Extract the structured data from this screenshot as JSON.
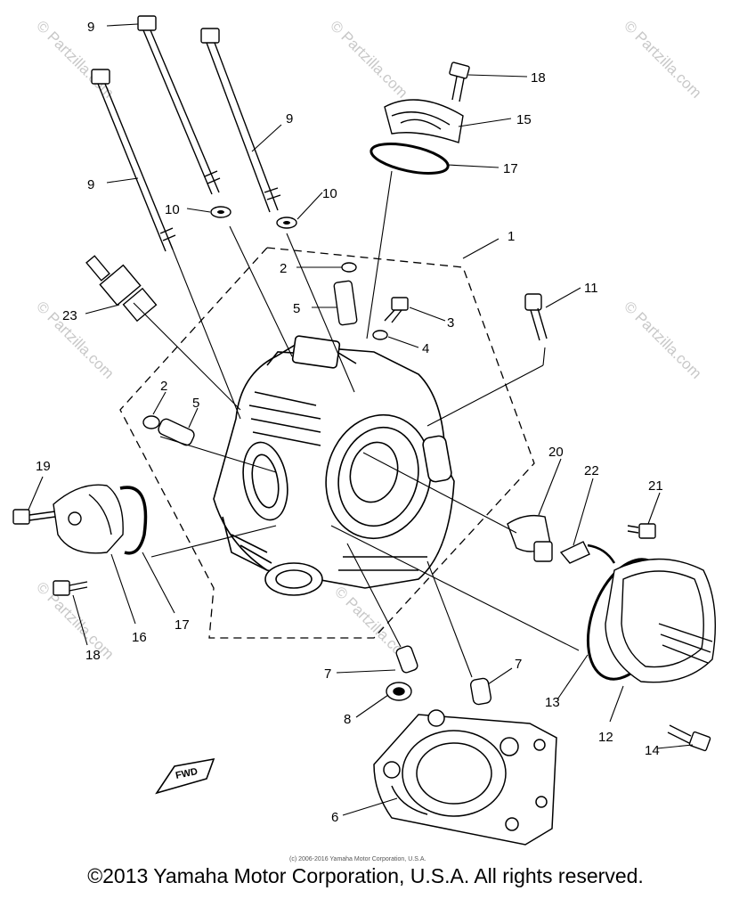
{
  "callouts": [
    {
      "id": "c9a",
      "text": "9"
    },
    {
      "id": "c9b",
      "text": "9"
    },
    {
      "id": "c9c",
      "text": "9"
    },
    {
      "id": "c10a",
      "text": "10"
    },
    {
      "id": "c10b",
      "text": "10"
    },
    {
      "id": "c18a",
      "text": "18"
    },
    {
      "id": "c15",
      "text": "15"
    },
    {
      "id": "c17a",
      "text": "17"
    },
    {
      "id": "c1",
      "text": "1"
    },
    {
      "id": "c2a",
      "text": "2"
    },
    {
      "id": "c5a",
      "text": "5"
    },
    {
      "id": "c3",
      "text": "3"
    },
    {
      "id": "c4",
      "text": "4"
    },
    {
      "id": "c11",
      "text": "11"
    },
    {
      "id": "c23",
      "text": "23"
    },
    {
      "id": "c2b",
      "text": "2"
    },
    {
      "id": "c5b",
      "text": "5"
    },
    {
      "id": "c19",
      "text": "19"
    },
    {
      "id": "c20",
      "text": "20"
    },
    {
      "id": "c22",
      "text": "22"
    },
    {
      "id": "c21",
      "text": "21"
    },
    {
      "id": "c16",
      "text": "16"
    },
    {
      "id": "c17b",
      "text": "17"
    },
    {
      "id": "c18b",
      "text": "18"
    },
    {
      "id": "c7a",
      "text": "7"
    },
    {
      "id": "c7b",
      "text": "7"
    },
    {
      "id": "c8",
      "text": "8"
    },
    {
      "id": "c13",
      "text": "13"
    },
    {
      "id": "c12",
      "text": "12"
    },
    {
      "id": "c14",
      "text": "14"
    },
    {
      "id": "c6",
      "text": "6"
    }
  ],
  "fwd_label": "FWD",
  "watermark": "© Partzilla.com",
  "small_notice": "(c) 2006-2016 Yamaha Motor Corporation, U.S.A.",
  "copyright": "©2013 Yamaha Motor Corporation, U.S.A. All rights reserved."
}
